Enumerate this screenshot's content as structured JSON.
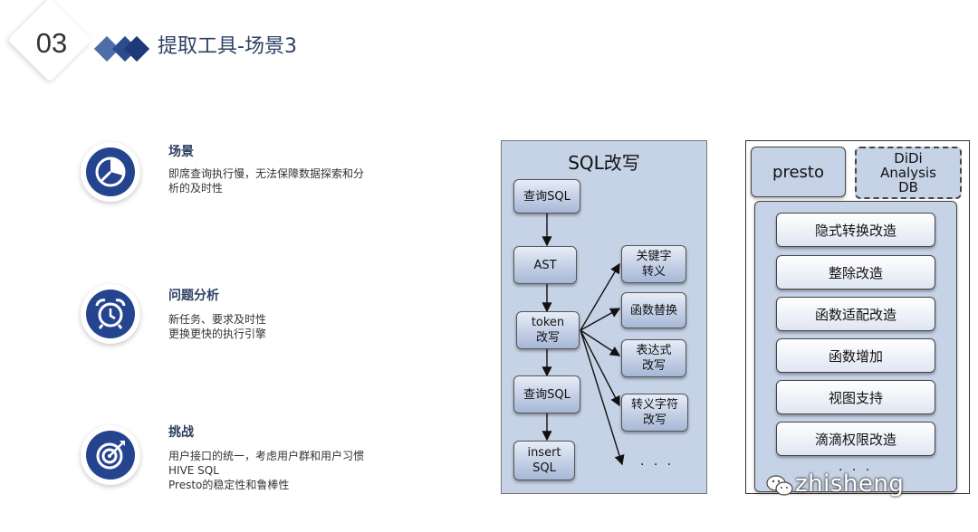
{
  "header": {
    "number": "03",
    "title": "提取工具-场景3"
  },
  "sections": [
    {
      "icon": "pie-chart-icon",
      "title": "场景",
      "lines": [
        "即席查询执行慢，无法保障数据探索和分",
        "析的及时性"
      ]
    },
    {
      "icon": "alarm-clock-icon",
      "title": "问题分析",
      "lines": [
        "新任务、要求及时性",
        "更换更快的执行引擎"
      ]
    },
    {
      "icon": "target-icon",
      "title": "挑战",
      "lines": [
        "用户接口的统一，考虑用户群和用户习惯",
        "HIVE SQL",
        "Presto的稳定性和鲁棒性"
      ]
    }
  ],
  "diagram_sql": {
    "title": "SQL改写",
    "main_flow": [
      "查询SQL",
      "AST",
      "token\n改写",
      "查询SQL",
      "insert\nSQL"
    ],
    "branches": [
      "关键字\n转义",
      "函数替换",
      "表达式\n改写",
      "转义字符\n改写"
    ],
    "more": "· · ·"
  },
  "diagram_presto": {
    "engine": "presto",
    "db": [
      "DiDi",
      "Analysis",
      "DB"
    ],
    "steps": [
      "隐式转换改造",
      "整除改造",
      "函数适配改造",
      "函数增加",
      "视图支持",
      "滴滴权限改造"
    ],
    "more": "· · ·"
  },
  "watermark": {
    "text": "zhisheng"
  },
  "colors": {
    "accent": "#25448f",
    "diagram_bg": "#c6d2e6",
    "title_text": "#2d3f63"
  }
}
